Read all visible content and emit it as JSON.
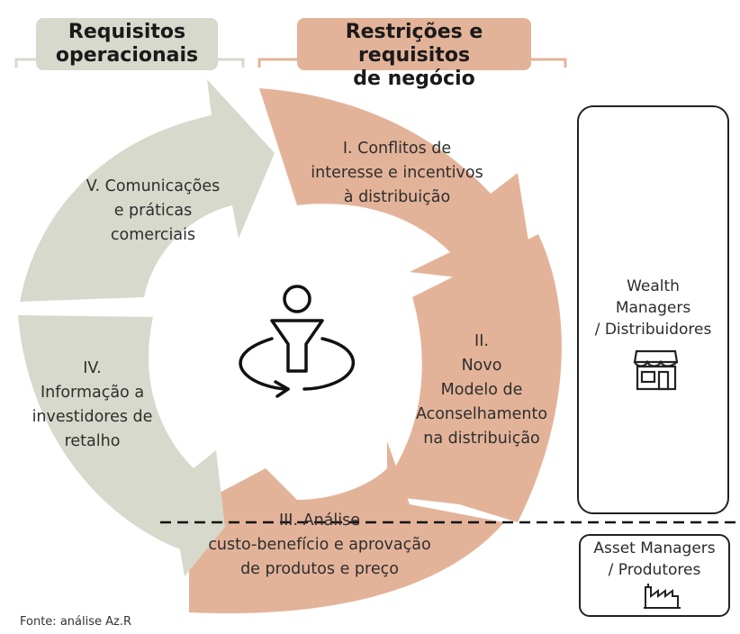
{
  "headers": {
    "operational": "Requisitos\noperacionais",
    "business": "Restrições e requisitos\nde negócio"
  },
  "segments": [
    {
      "label": "I. Conflitos de\ninteresse e incentivos\nà distribuição"
    },
    {
      "label": "II.\nNovo\nModelo de\nAconselhamento\nna distribuição"
    },
    {
      "label": "III.    Análise\ncusto-benefício e aprovação\nde produtos e preço"
    },
    {
      "label": "IV.\nInformação a\ninvestidores de\nretalho"
    },
    {
      "label": "V. Comunicações\ne práticas\ncomerciais"
    }
  ],
  "wealth_box": {
    "label": "Wealth\nManagers\n/ Distribuidores",
    "icon": "storefront-icon"
  },
  "asset_box": {
    "label": "Asset Managers\n/ Produtores",
    "icon": "factory-icon"
  },
  "center_icon": "investor-cycle-icon",
  "source": "Fonte: análise Az.R",
  "colors": {
    "peach": "#e3b399",
    "sage": "#d7d9cc",
    "outline": "#222222"
  }
}
